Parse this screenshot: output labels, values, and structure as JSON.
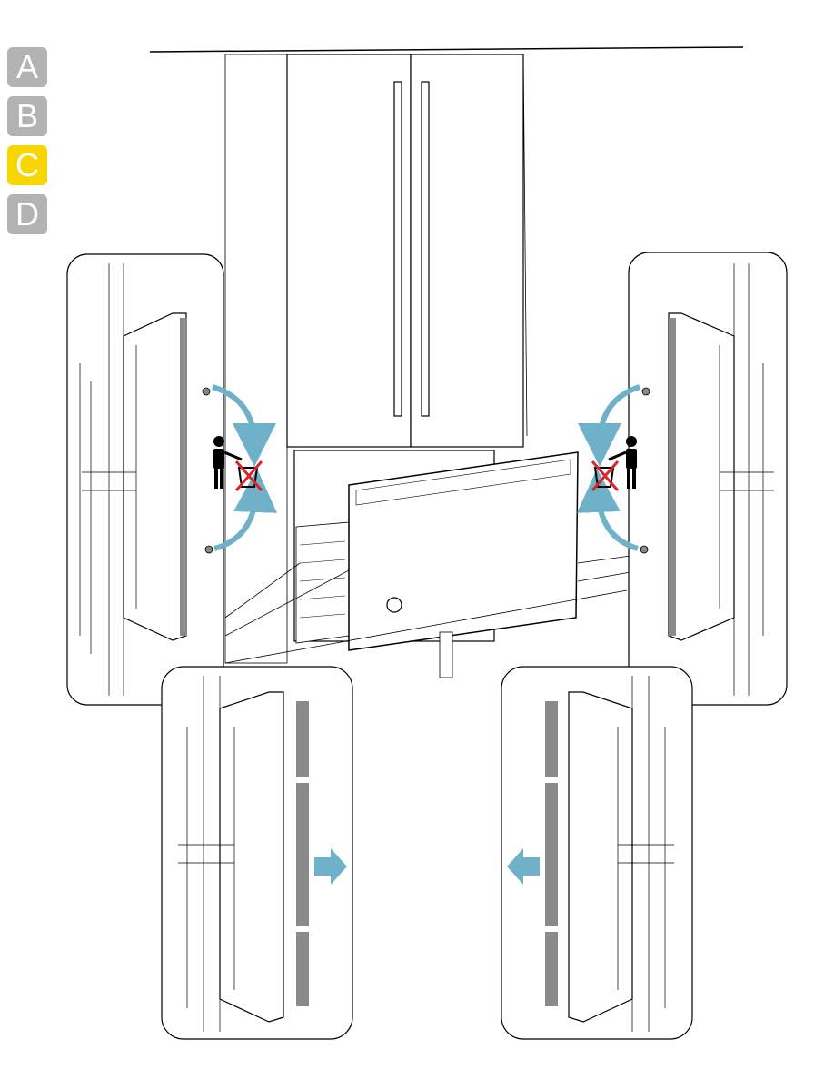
{
  "steps": [
    {
      "label": "A",
      "active": false
    },
    {
      "label": "B",
      "active": false
    },
    {
      "label": "C",
      "active": true
    },
    {
      "label": "D",
      "active": false
    }
  ],
  "colors": {
    "active_tab": "#f7d600",
    "inactive_tab": "#b3b3b3",
    "arrow": "#6fb1c9",
    "gasket": "#8a8a8a",
    "prohibit": "#d9262c",
    "line": "#000000"
  },
  "icons": [
    "person-discard-icon",
    "crossed-trash-bin-icon",
    "curved-arrow-icon",
    "push-arrow-icon"
  ]
}
